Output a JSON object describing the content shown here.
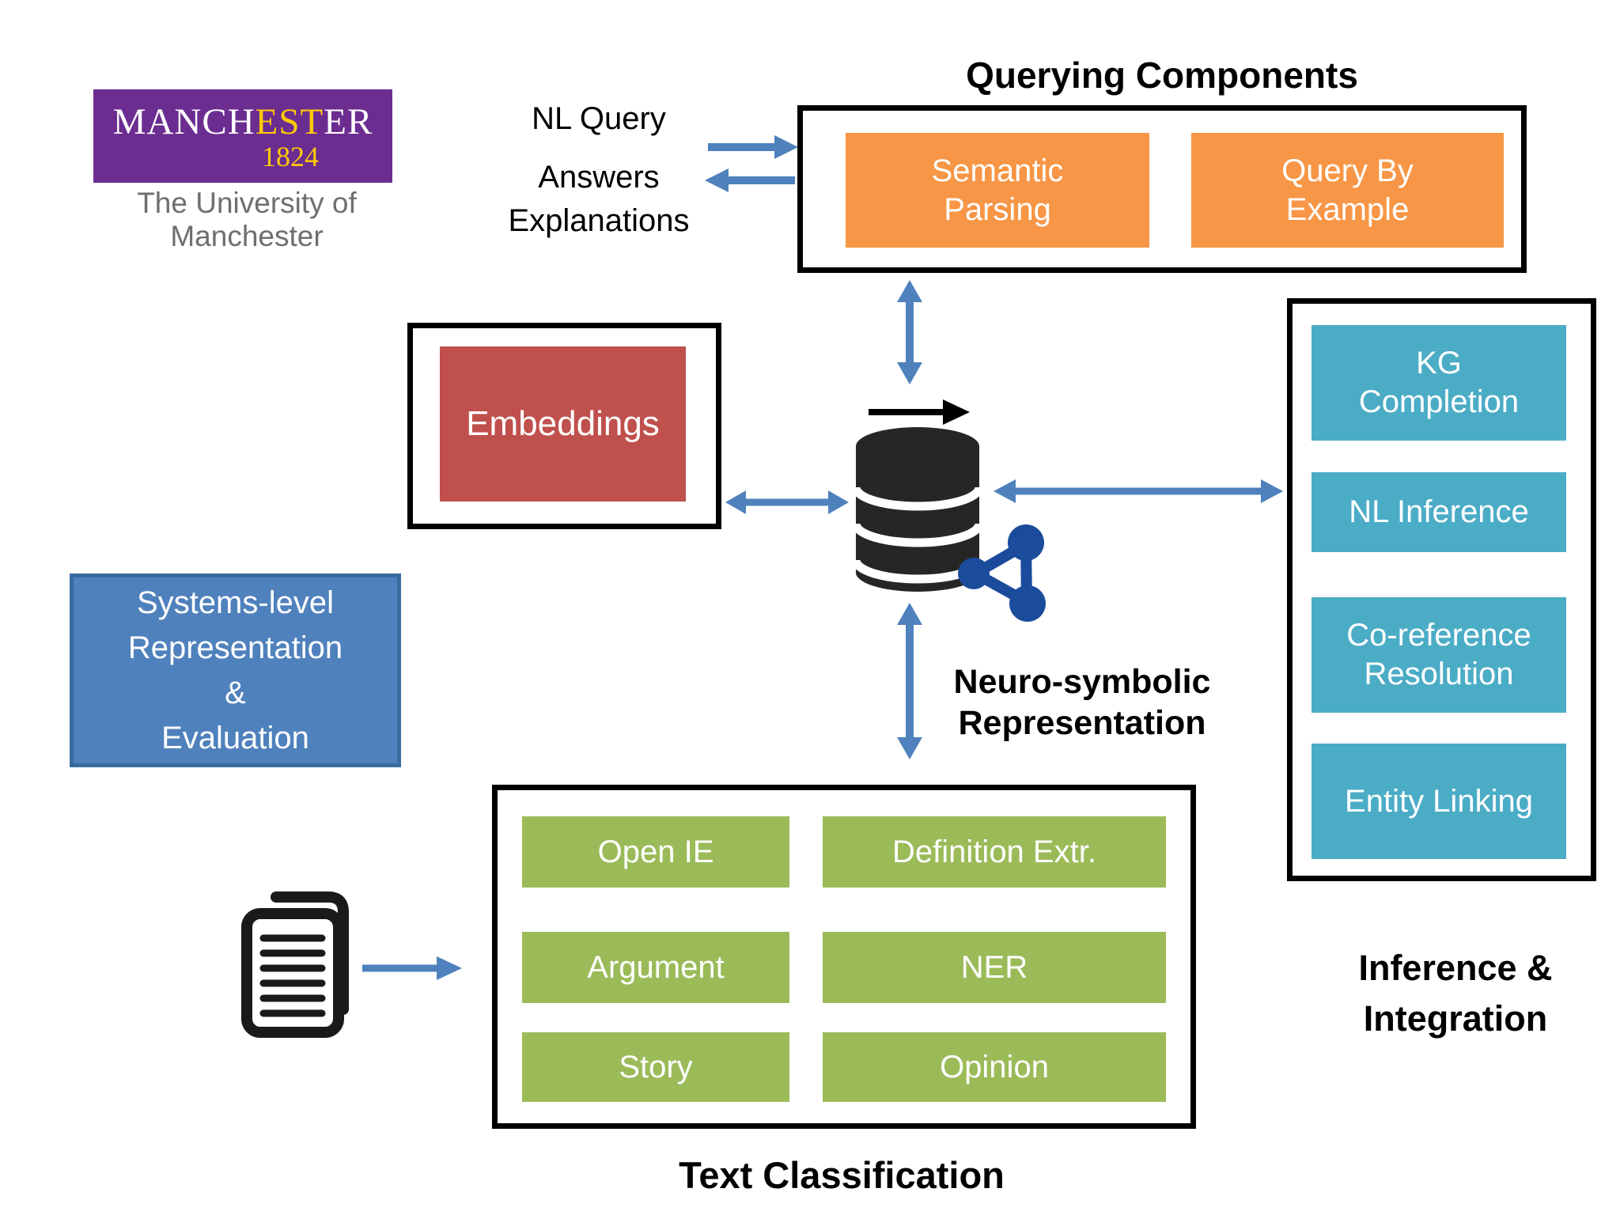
{
  "colors": {
    "orange": "#F79646",
    "red": "#C0504D",
    "blue": "#4F81BD",
    "teal": "#4BACC6",
    "green": "#9BBB59",
    "arrow_blue": "#4F81BD",
    "logo_purple": "#6C2D91",
    "logo_gold": "#FFCB05",
    "database_dark": "#262626",
    "graph_icon_blue": "#1B4B9B"
  },
  "logo": {
    "wordmark_prefix": "MANCH",
    "wordmark_highlight": "EST",
    "wordmark_suffix": "ER",
    "year": "1824",
    "subtitle": "The University of Manchester"
  },
  "io": {
    "nl_query": "NL Query",
    "answers": "Answers",
    "explanations": "Explanations"
  },
  "querying": {
    "title": "Querying Components",
    "items": [
      {
        "label": "Semantic Parsing"
      },
      {
        "label": "Query By Example"
      }
    ]
  },
  "embeddings": {
    "label": "Embeddings"
  },
  "systems": {
    "lines": [
      "Systems-level",
      "Representation",
      "&",
      "Evaluation"
    ]
  },
  "center": {
    "label_line1": "Neuro-symbolic",
    "label_line2": "Representation"
  },
  "inference": {
    "title_line1": "Inference &",
    "title_line2": "Integration",
    "items": [
      "KG Completion",
      "NL Inference",
      "Co-reference Resolution",
      "Entity Linking"
    ]
  },
  "classification": {
    "title": "Text Classification",
    "items": [
      "Open IE",
      "Definition Extr.",
      "Argument",
      "NER",
      "Story",
      "Opinion"
    ]
  }
}
